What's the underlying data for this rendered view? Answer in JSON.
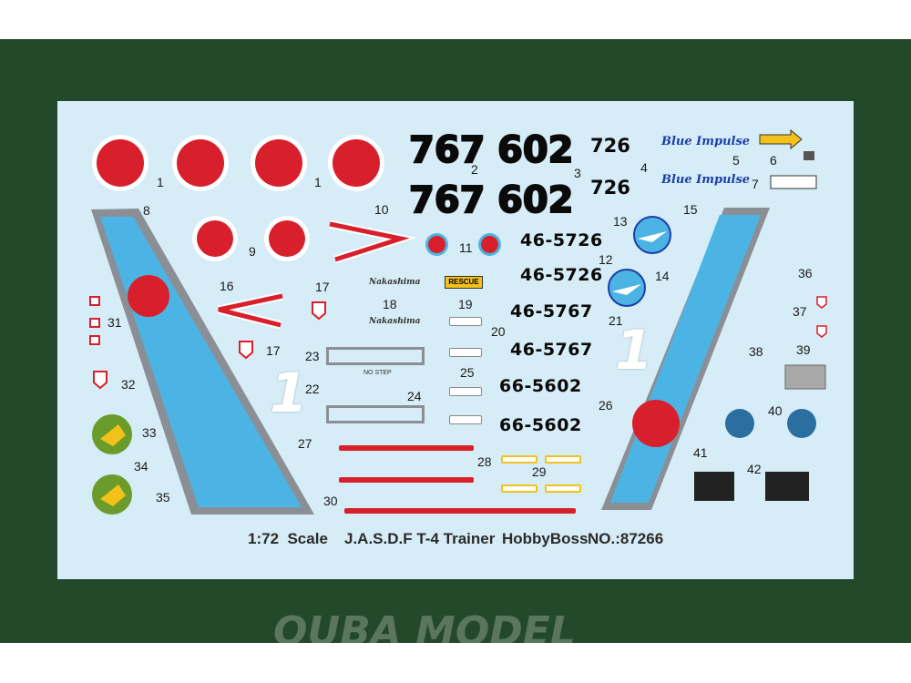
{
  "sheet": {
    "footer_scale": "1:72  Scale",
    "footer_title": "J.A.S.D.F T-4 Trainer",
    "footer_brand": "HobbyBoss",
    "footer_number": "NO.:87266"
  },
  "decals": {
    "codes_large": [
      "767",
      "767",
      "602",
      "602"
    ],
    "codes_mid": [
      "726",
      "726"
    ],
    "serials": [
      "46-5726",
      "46-5726",
      "46-5767",
      "46-5767",
      "66-5602",
      "66-5602"
    ],
    "blue_impulse": [
      "Blue Impulse",
      "Blue Impulse"
    ],
    "rescue": "RESCUE",
    "numeral_one": [
      "1",
      "1"
    ],
    "name_text": [
      "Nakashima",
      "Nakashima"
    ],
    "no_step": "NO STEP"
  },
  "numbers": [
    "1",
    "1",
    "2",
    "3",
    "4",
    "5",
    "6",
    "7",
    "8",
    "9",
    "10",
    "11",
    "12",
    "13",
    "14",
    "15",
    "16",
    "17",
    "17",
    "18",
    "19",
    "20",
    "21",
    "22",
    "23",
    "24",
    "25",
    "26",
    "27",
    "28",
    "29",
    "30",
    "31",
    "32",
    "33",
    "34",
    "35",
    "36",
    "37",
    "38",
    "39",
    "40",
    "41",
    "42"
  ],
  "watermark": "OUBA MODEL",
  "colors": {
    "background_green": "#24482a",
    "sheet_blue": "#d6ecf6",
    "decal_blue": "#4cb4e4",
    "roundel_red": "#d8202c",
    "outline_gray": "#8a8f96"
  }
}
